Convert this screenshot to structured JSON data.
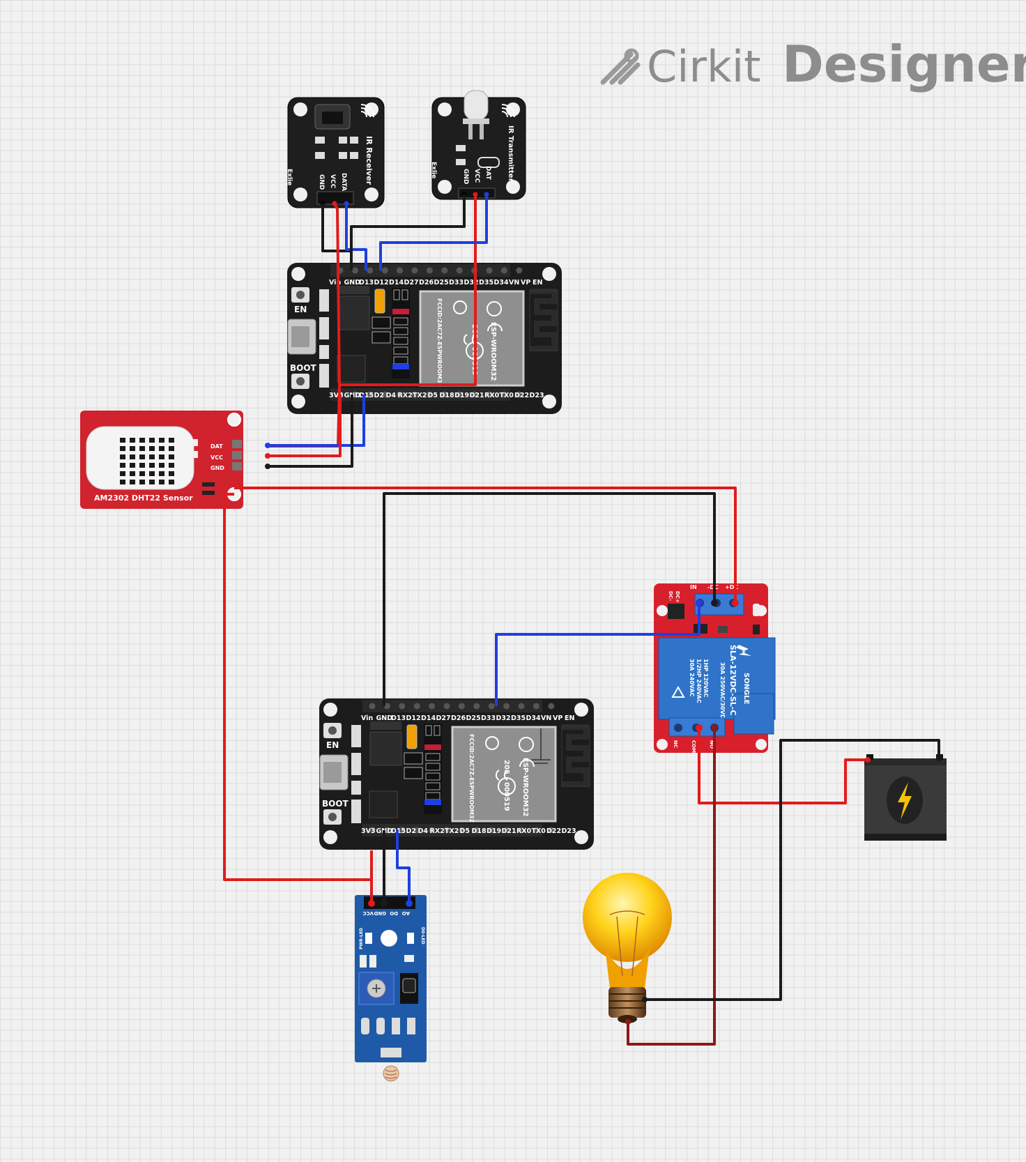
{
  "watermark": {
    "brand_light": "Cirkit",
    "brand_bold": "Designer",
    "text_color": "#8d8d8d"
  },
  "ir_receiver": {
    "label": "IR Receiver",
    "brand": "Exlie",
    "pins": [
      "GND",
      "VCC",
      "DATA"
    ]
  },
  "ir_transmitter": {
    "label": "IR Transmitter",
    "brand": "Exlie",
    "pins": [
      "GND",
      "VCC",
      "DAT"
    ]
  },
  "esp32_top": {
    "top_pins": [
      "Vin",
      "GND",
      "D13",
      "D12",
      "D14",
      "D27",
      "D26",
      "D25",
      "D33",
      "D32",
      "D35",
      "D34",
      "VN",
      "VP",
      "EN"
    ],
    "bottom_pins": [
      "3V3",
      "GND",
      "D15",
      "D2",
      "D4",
      "RX2",
      "TX2",
      "D5",
      "D18",
      "D19",
      "D21",
      "RX0",
      "TX0",
      "D22",
      "D23"
    ],
    "button_en": "EN",
    "button_boot": "BOOT",
    "module_name": "ESP-WROOM32",
    "module_fcc": "FCCID:2AC7Z-ESPWROOM32",
    "module_cert": "205 - 000519"
  },
  "esp32_bottom": {
    "top_pins": [
      "Vin",
      "GND",
      "D13",
      "D12",
      "D14",
      "D27",
      "D26",
      "D25",
      "D33",
      "D32",
      "D35",
      "D34",
      "VN",
      "VP",
      "EN"
    ],
    "bottom_pins": [
      "3V3",
      "GND",
      "D15",
      "D2",
      "D4",
      "RX2",
      "TX2",
      "D5",
      "D18",
      "D19",
      "D21",
      "RX0",
      "TX0",
      "D22",
      "D23"
    ],
    "button_en": "EN",
    "button_boot": "BOOT",
    "module_name": "ESP-WROOM32",
    "module_fcc": "FCCID:2AC7Z-ESPWROOM32",
    "module_cert": "205 - 000519"
  },
  "dht22": {
    "label": "AM2302 DHT22 Sensor",
    "pins": [
      "DAT",
      "VCC",
      "GND"
    ]
  },
  "relay": {
    "input_pins": [
      "IN",
      "-DC",
      "+DC"
    ],
    "side_labels": [
      "DC-",
      "DC+"
    ],
    "output_pins": [
      "NC",
      "COM",
      "NO"
    ],
    "brand": "SONGLE",
    "model": "SLA-12VDC-SL-C",
    "rating_1": "30A 250VAC/30VDC",
    "rating_2": "1HP 120VAC",
    "rating_3": "1/2HP 240VAC",
    "rating_4": "30A 240VAC"
  },
  "ldr_module": {
    "pins": [
      "VCC",
      "GND",
      "DO",
      "AO"
    ],
    "leds": [
      "PWR-LED",
      "D0-LED"
    ]
  },
  "colors": {
    "wire_red": "#e21b1b",
    "wire_black": "#1a1a1a",
    "wire_blue": "#1f3fe0",
    "wire_darkred": "#8b1a1a",
    "pcb_black": "#1c1c1c",
    "dht_red": "#d0232d",
    "relay_red": "#d8202c",
    "relay_blue": "#2f74c8",
    "ldr_blue": "#1e5aa8"
  }
}
